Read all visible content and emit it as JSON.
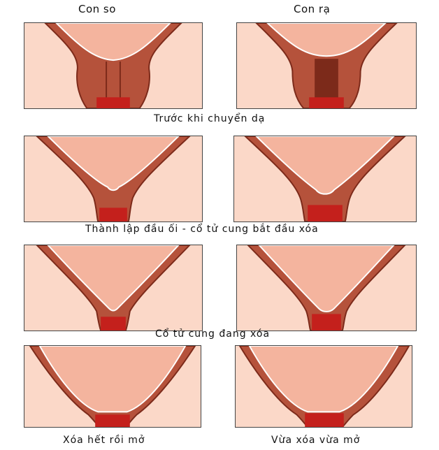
{
  "headers": {
    "left": "Con so",
    "right": "Con rạ"
  },
  "captions": [
    "Trước khi chuyển dạ",
    "Thành lập đầu ối - cổ tử cung bắt đầu xóa",
    "Cổ tử cung đang xóa",
    "Xóa hết rồi mở",
    "Vừa xóa vừa mở"
  ],
  "colors": {
    "panel_bg": "#fbd8c8",
    "amniotic": "#f4b49e",
    "wall": "#b5523b",
    "wall_dark": "#7c2a1a",
    "canal": "#c4201c",
    "membrane": "#ffffff"
  }
}
